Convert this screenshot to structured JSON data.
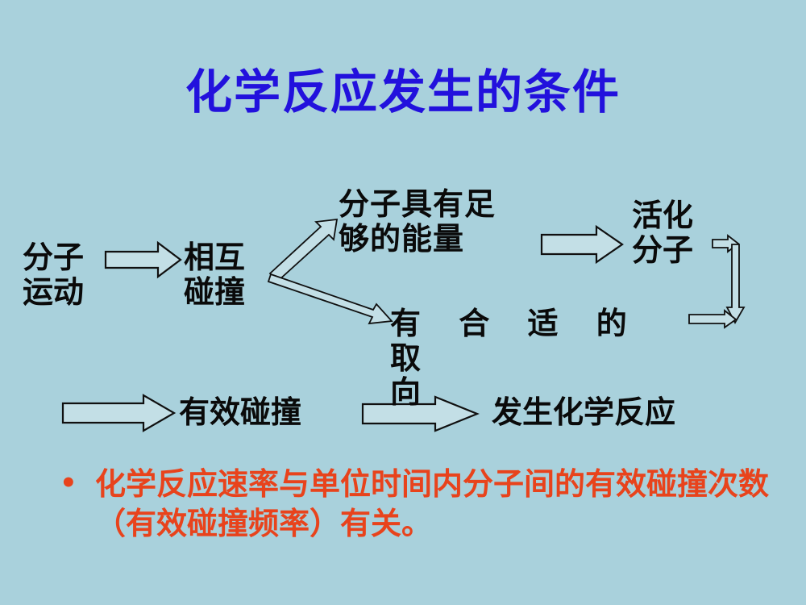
{
  "slide": {
    "background_color": "#a9d1dc",
    "title": "化学反应发生的条件",
    "title_color": "#2211dd"
  },
  "diagram": {
    "nodes": [
      {
        "id": "molecule-motion",
        "text": "分子\n运动"
      },
      {
        "id": "mutual-collision",
        "text": "相互\n碰撞"
      },
      {
        "id": "enough-energy",
        "text": "分子具有足\n够的能量"
      },
      {
        "id": "activated-molecule",
        "text": "活化\n分子"
      },
      {
        "id": "proper-orientation_line1",
        "text": "有 合 适 的 取"
      },
      {
        "id": "proper-orientation_line2",
        "text": "向"
      },
      {
        "id": "effective-collision",
        "text": "有效碰撞"
      },
      {
        "id": "reaction-occurs",
        "text": "发生化学反应"
      }
    ],
    "arrows": [
      {
        "id": "arrow-motion-to-collision",
        "from": "分子运动",
        "to": "相互碰撞",
        "direction": "right"
      },
      {
        "id": "arrow-collision-to-energy",
        "from": "相互碰撞",
        "to": "分子具有足够的能量",
        "direction": "up-right"
      },
      {
        "id": "arrow-collision-to-orientation",
        "from": "相互碰撞",
        "to": "有合适的取向",
        "direction": "down-right"
      },
      {
        "id": "arrow-energy-to-activated",
        "from": "分子具有足够的能量",
        "to": "活化分子",
        "direction": "right"
      },
      {
        "id": "arrow-activated-to-junction",
        "from": "活化分子",
        "to": "汇合点",
        "direction": "right"
      },
      {
        "id": "arrow-junction-down",
        "from": "汇合点",
        "to": "有效碰撞",
        "direction": "down"
      },
      {
        "id": "arrow-orientation-to-junction",
        "from": "有合适的取向",
        "to": "汇合点",
        "direction": "right"
      },
      {
        "id": "arrow-to-effective-collision",
        "from": "汇合",
        "to": "有效碰撞",
        "direction": "right"
      },
      {
        "id": "arrow-effective-to-reaction",
        "from": "有效碰撞",
        "to": "发生化学反应",
        "direction": "right"
      }
    ],
    "node_color": "#0a0a0a",
    "arrow_fill": "#c3dfe6",
    "arrow_stroke": "#101010"
  },
  "bullet": {
    "marker": "•",
    "text": "化学反应速率与单位时间内分子间的有效碰撞次数（有效碰撞频率）有关。",
    "color": "#e8431c"
  }
}
